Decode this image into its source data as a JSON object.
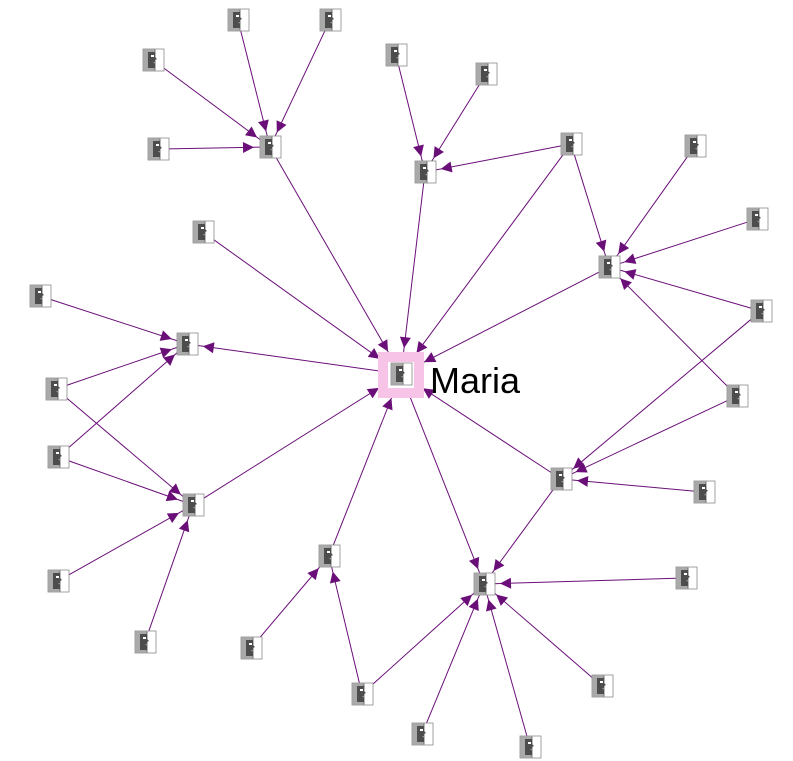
{
  "graph": {
    "center_label": "Maria",
    "colors": {
      "edge": "#6a0f78",
      "arrow": "#6a0f78",
      "highlight": "#f7c3e6",
      "icon_dark": "#4d4d4d",
      "icon_mid": "#a9a9a9",
      "icon_light": "#ffffff",
      "icon_border": "#8a8a8a",
      "label": "#000000"
    },
    "node_icon": "face-profile-icon",
    "center_node": "maria",
    "nodes": [
      "maria",
      "hub-top-left",
      "hub-top-center",
      "hub-right",
      "hub-left-upper",
      "hub-left-lower",
      "hub-bottom-left",
      "hub-bottom-center",
      "hub-bottom-right",
      "leaf-01",
      "leaf-02",
      "leaf-03",
      "leaf-04",
      "leaf-05",
      "leaf-06",
      "leaf-07",
      "leaf-08",
      "leaf-09",
      "leaf-10",
      "leaf-11",
      "leaf-12",
      "leaf-13",
      "leaf-14",
      "leaf-15",
      "leaf-16",
      "leaf-17",
      "leaf-18",
      "leaf-19",
      "leaf-20",
      "leaf-21",
      "leaf-22",
      "leaf-23",
      "leaf-24",
      "leaf-25",
      "leaf-26",
      "leaf-27",
      "leaf-28"
    ],
    "edges": [
      [
        "hub-top-left",
        "maria"
      ],
      [
        "hub-top-center",
        "maria"
      ],
      [
        "hub-right",
        "maria"
      ],
      [
        "maria",
        "hub-left-upper"
      ],
      [
        "hub-left-lower",
        "maria"
      ],
      [
        "hub-bottom-left",
        "maria"
      ],
      [
        "maria",
        "hub-bottom-center"
      ],
      [
        "hub-bottom-right",
        "maria"
      ],
      [
        "leaf-05",
        "maria"
      ],
      [
        "leaf-09",
        "maria"
      ],
      [
        "leaf-01",
        "hub-top-left"
      ],
      [
        "leaf-02",
        "hub-top-left"
      ],
      [
        "leaf-03",
        "hub-top-left"
      ],
      [
        "leaf-04",
        "hub-top-left"
      ],
      [
        "leaf-06",
        "hub-top-center"
      ],
      [
        "leaf-07",
        "hub-top-center"
      ],
      [
        "leaf-09",
        "hub-top-center"
      ],
      [
        "leaf-08",
        "hub-right"
      ],
      [
        "leaf-10",
        "hub-right"
      ],
      [
        "leaf-11",
        "hub-right"
      ],
      [
        "leaf-12",
        "hub-right"
      ],
      [
        "leaf-12",
        "hub-bottom-right"
      ],
      [
        "leaf-13",
        "hub-bottom-right"
      ],
      [
        "leaf-14",
        "hub-bottom-right"
      ],
      [
        "hub-bottom-right",
        "hub-bottom-center"
      ],
      [
        "leaf-15",
        "hub-bottom-center"
      ],
      [
        "leaf-16",
        "hub-bottom-center"
      ],
      [
        "leaf-17",
        "hub-bottom-center"
      ],
      [
        "leaf-18",
        "hub-bottom-center"
      ],
      [
        "leaf-18",
        "hub-bottom-left"
      ],
      [
        "leaf-19",
        "hub-bottom-left"
      ],
      [
        "leaf-20",
        "hub-left-lower"
      ],
      [
        "leaf-21",
        "hub-left-lower"
      ],
      [
        "leaf-22",
        "hub-left-lower"
      ],
      [
        "leaf-23",
        "hub-left-lower"
      ],
      [
        "leaf-24",
        "hub-left-upper"
      ],
      [
        "leaf-25",
        "hub-left-upper"
      ],
      [
        "leaf-22",
        "hub-left-upper"
      ]
    ]
  }
}
